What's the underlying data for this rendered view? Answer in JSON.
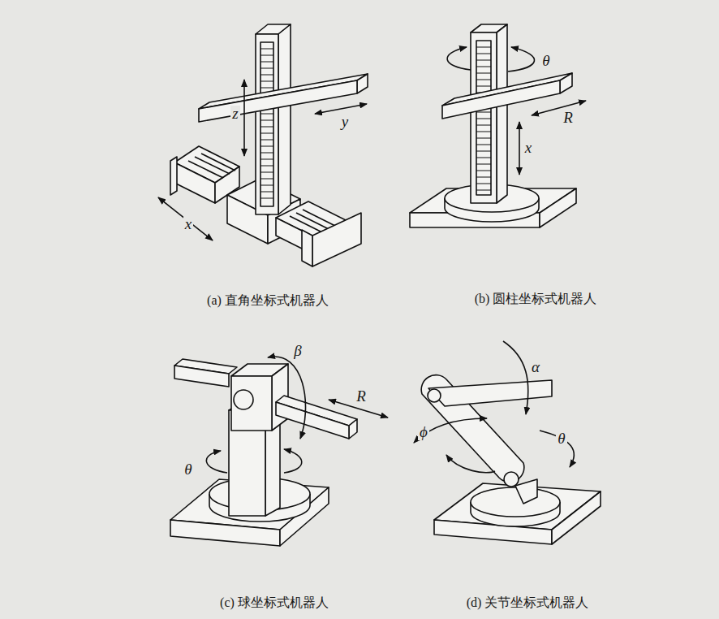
{
  "diagram": {
    "labels": [
      "z",
      "y",
      "x",
      "θ",
      "R",
      "x",
      "(a) 直角坐标式机器人",
      "(b) 圆柱坐标式机器人",
      "β",
      "R",
      "θ",
      "α",
      "ϕ",
      "θ",
      "(c) 球坐标式机器人",
      "(d) 关节坐标式机器人"
    ]
  }
}
